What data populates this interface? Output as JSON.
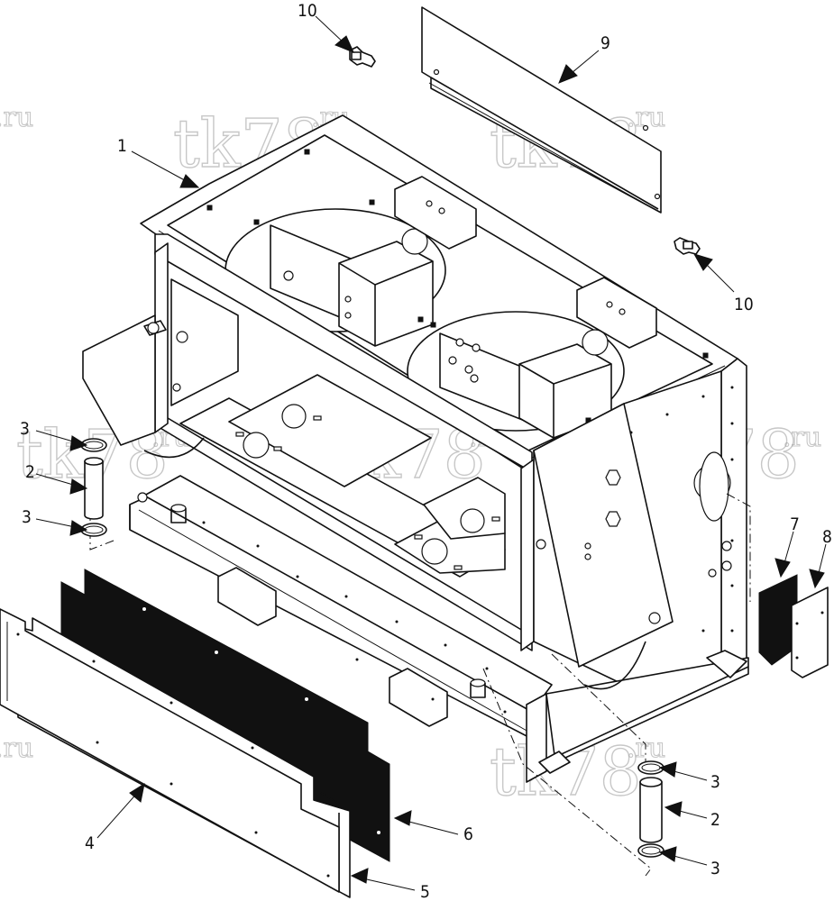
{
  "watermark": {
    "main": "tk78",
    "suffix": ".ru"
  },
  "callouts": [
    {
      "id": "c10a",
      "text": "10"
    },
    {
      "id": "c9",
      "text": "9"
    },
    {
      "id": "c1",
      "text": "1"
    },
    {
      "id": "c10b",
      "text": "10"
    },
    {
      "id": "c3a",
      "text": "3"
    },
    {
      "id": "c2a",
      "text": "2"
    },
    {
      "id": "c3b",
      "text": "3"
    },
    {
      "id": "c7",
      "text": "7"
    },
    {
      "id": "c8",
      "text": "8"
    },
    {
      "id": "c3c",
      "text": "3"
    },
    {
      "id": "c2b",
      "text": "2"
    },
    {
      "id": "c3d",
      "text": "3"
    },
    {
      "id": "c4",
      "text": "4"
    },
    {
      "id": "c6",
      "text": "6"
    },
    {
      "id": "c5",
      "text": "5"
    }
  ]
}
